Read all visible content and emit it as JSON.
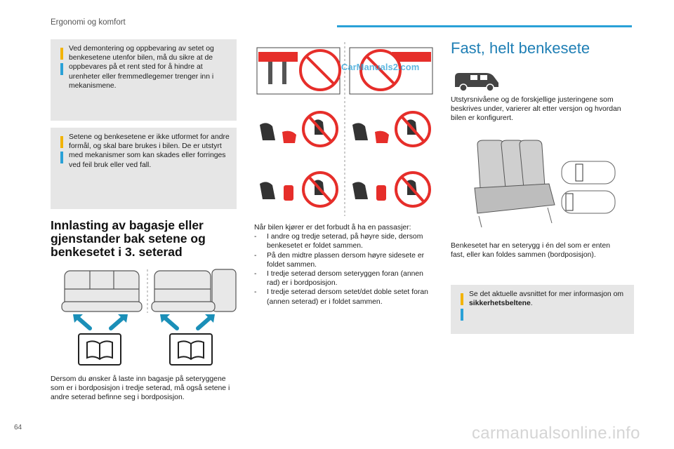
{
  "header": {
    "section_title": "Ergonomi og komfort"
  },
  "notes": {
    "dismount": "Ved demontering og oppbevaring av setet og benkesetene utenfor bilen, må du sikre at de oppbevares på et rent sted for å hindre at urenheter eller fremmedlegemer trenger inn i mekanismene.",
    "purpose": "Setene og benkesetene er ikke utformet for andre formål, og skal bare brukes i bilen. De er utstyrt med mekanismer som kan skades eller forringes ved feil bruk eller ved fall."
  },
  "loading": {
    "heading": "Innlasting av bagasje eller gjenstander bak setene og benkesetet i 3. seterad",
    "text": "Dersom du ønsker å laste inn bagasje på seteryggene som er i bordposisjon i tredje seterad, må også setene i andre seterad befinne seg i bordposisjon."
  },
  "driving": {
    "intro": "Når bilen kjører er det forbudt å ha en passasjer:",
    "items": [
      "I andre og tredje seterad, på høyre side, dersom benkesetet er foldet sammen.",
      "På den midtre plassen dersom høyre sidesete er foldet sammen.",
      "I tredje seterad dersom seteryggen foran (annen rad) er i bordposisjon.",
      "I tredje seterad dersom setet/det doble setet foran (annen seterad) er i foldet sammen."
    ]
  },
  "bench": {
    "heading": "Fast, helt benkesete",
    "intro": "Utstyrsnivåene og de forskjellige justeringene som beskrives under, varierer alt etter versjon og hvordan bilen er konfigurert.",
    "desc": "Benkesetet har en seterygg i én del som er enten fast, eller kan foldes sammen (bordposisjon).",
    "note_prefix": "Se det aktuelle avsnittet for mer informasjon om ",
    "note_bold": "sikkerhetsbeltene",
    "note_suffix": "."
  },
  "footer": {
    "page_number": "64",
    "watermark": "carmanualsonline.info"
  },
  "image_watermark": "CarManuals2.com",
  "colors": {
    "accent_blue": "#2aa1d7",
    "warning_yellow": "#f2b300",
    "prohibition_red": "#e62e2a",
    "note_bg": "#e6e6e6"
  }
}
